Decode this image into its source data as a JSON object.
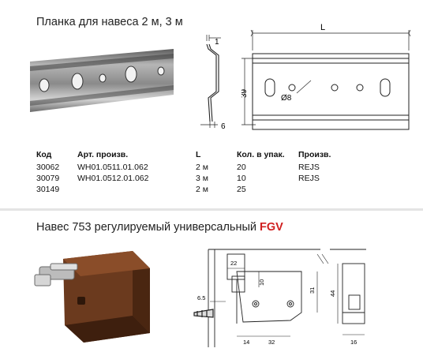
{
  "section1": {
    "title": "Планка для навеса 2 м,  3 м",
    "table": {
      "headers": [
        "Код",
        "Арт. произв.",
        "L",
        "Кол. в упак.",
        "Произв."
      ],
      "rows": [
        [
          "30062",
          "WH01.0511.01.062",
          "2 м",
          "20",
          "REJS"
        ],
        [
          "30079",
          "WH01.0512.01.062",
          "3 м",
          "10",
          "REJS"
        ],
        [
          "30149",
          "",
          "2 м",
          "25",
          ""
        ]
      ]
    },
    "profile_dims": {
      "top": "1",
      "bottom": "6"
    },
    "front_dims": {
      "length": "L",
      "height": "39",
      "hole": "Ø8"
    }
  },
  "section2": {
    "title_prefix": "Навес 753 регулируемый универсальный ",
    "brand": "FGV",
    "brand_color": "#d01f1f",
    "dims": {
      "d22": "22",
      "d10": "10",
      "d31": "31",
      "d44": "44",
      "d65": "6.5",
      "d14": "14",
      "d32": "32",
      "d16": "16"
    }
  }
}
